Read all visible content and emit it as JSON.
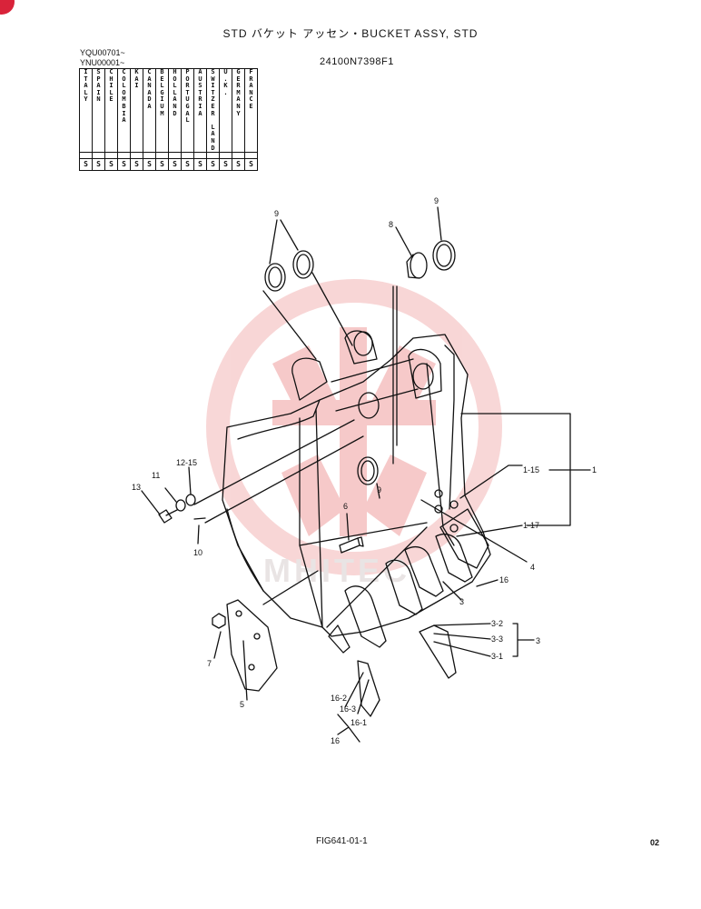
{
  "header": {
    "title": "STD バケット アッセン・BUCKET ASSY, STD",
    "part_number": "24100N7398F1",
    "serial_1": "YQU00701~",
    "serial_2": "YNU00001~"
  },
  "country_table": {
    "columns": [
      {
        "name": "ITALY",
        "mark": "S"
      },
      {
        "name": "SPAIN",
        "mark": "S"
      },
      {
        "name": "CHILE",
        "mark": "S"
      },
      {
        "name": "COLOMBIA",
        "mark": "S"
      },
      {
        "name": "KAI",
        "mark": "S"
      },
      {
        "name": "CANADA",
        "mark": "S"
      },
      {
        "name": "BELGIUM",
        "mark": "S"
      },
      {
        "name": "HOLLAND",
        "mark": "S"
      },
      {
        "name": "PORTUGAL",
        "mark": "S"
      },
      {
        "name": "AUSTRIA",
        "mark": "S"
      },
      {
        "name": "SWITZER LAND",
        "mark": "S"
      },
      {
        "name": "U.K.",
        "mark": "S"
      },
      {
        "name": "GERMANY",
        "mark": "S"
      },
      {
        "name": "FRANCE",
        "mark": "S"
      }
    ]
  },
  "callouts": {
    "c9a": "9",
    "c9b": "9",
    "c8": "8",
    "c9c": "9",
    "c12_15": "12-15",
    "c11": "11",
    "c13": "13",
    "c10": "10",
    "c6": "6",
    "c1_15": "1-15",
    "c1": "1",
    "c1_17": "1-17",
    "c4": "4",
    "c16a": "16",
    "c3a": "3",
    "c3_2": "3-2",
    "c3_3": "3-3",
    "c3_1": "3-1",
    "c3b": "3",
    "c7": "7",
    "c5": "5",
    "c16_2": "16-2",
    "c16_3": "16-3",
    "c16_1": "16-1",
    "c16b": "16"
  },
  "footer": {
    "figure_label": "FIG641-01-1",
    "page_code": "02"
  },
  "colors": {
    "line": "#111111",
    "watermark": "#f3b8b8",
    "corner_mark": "#d9233a"
  }
}
